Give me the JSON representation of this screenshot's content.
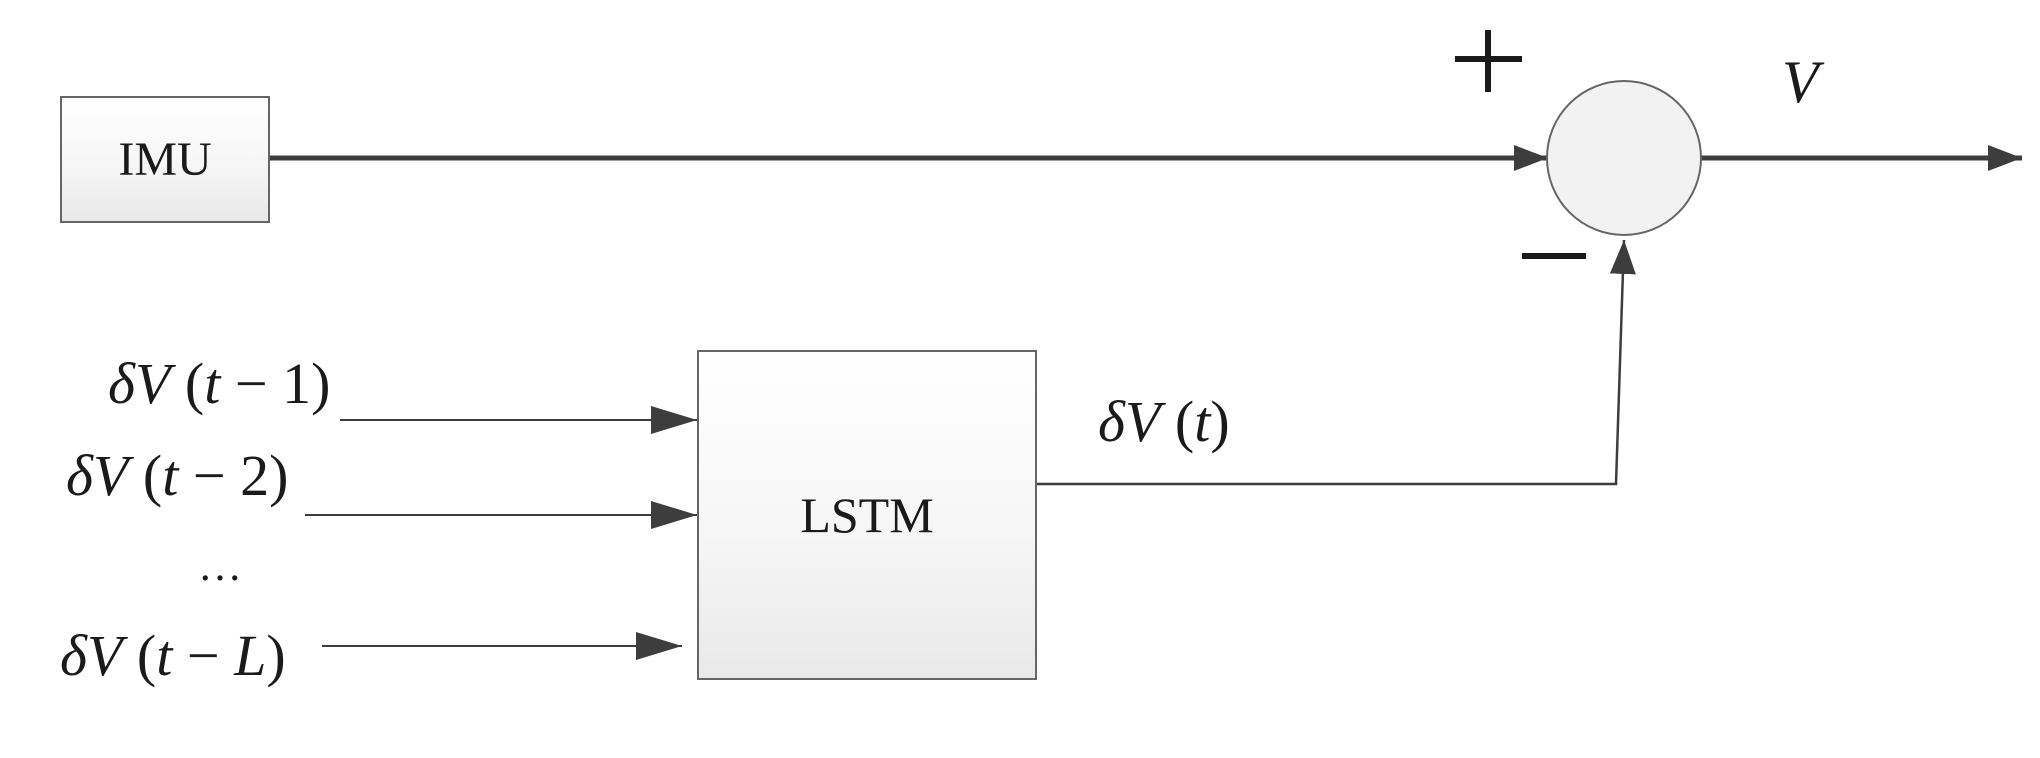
{
  "blocks": {
    "imu": "IMU",
    "lstm": "LSTM"
  },
  "summing_junction": {
    "plus_sign": "+",
    "minus_sign": "−"
  },
  "inputs": [
    {
      "delta": "δ",
      "var": "V",
      "open": " (",
      "t": "t",
      "op": " − ",
      "lag": "1",
      "lag_italic": false,
      "close": ")"
    },
    {
      "delta": "δ",
      "var": "V",
      "open": " (",
      "t": "t",
      "op": " − ",
      "lag": "2",
      "lag_italic": false,
      "close": ")"
    },
    {
      "delta": "δ",
      "var": "V",
      "open": " (",
      "t": "t",
      "op": " − ",
      "lag": "L",
      "lag_italic": true,
      "close": ")"
    }
  ],
  "ellipsis": "…",
  "lstm_output": {
    "delta": "δ",
    "var": "V",
    "open": " (",
    "t": "t",
    "close": ")"
  },
  "sum_output": "V",
  "colors": {
    "line": "#3d3d3d",
    "border": "#666666",
    "text": "#1a1a1a"
  }
}
